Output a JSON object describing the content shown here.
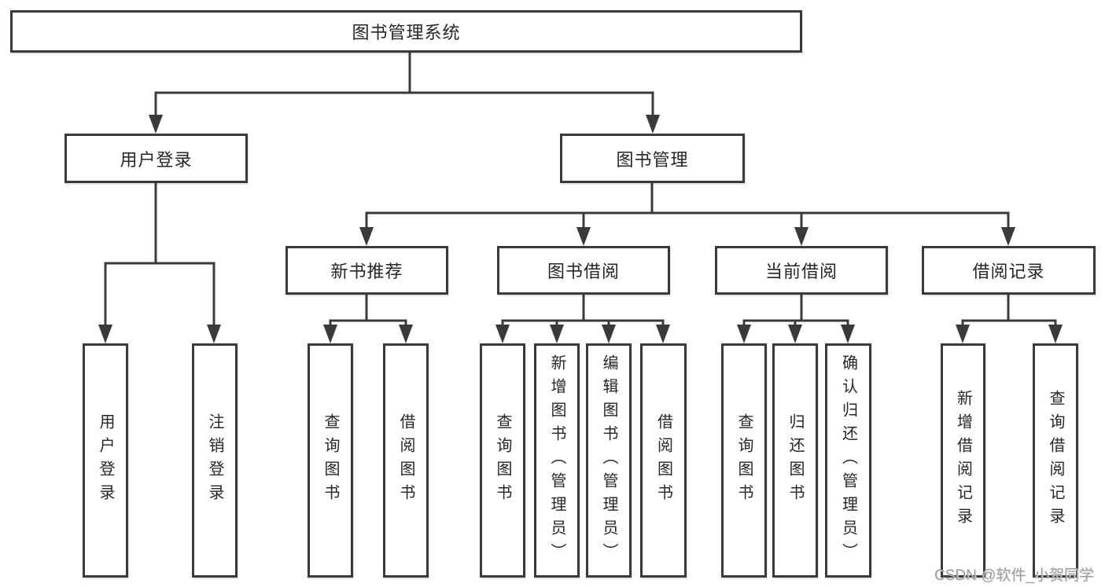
{
  "tree": {
    "root": {
      "label": "图书管理系统"
    },
    "branches": [
      {
        "label": "用户登录",
        "children": [
          {
            "label": "用户登录"
          },
          {
            "label": "注销登录"
          }
        ]
      },
      {
        "label": "图书管理",
        "children": [
          {
            "label": "新书推荐",
            "children": [
              {
                "label": "查询图书"
              },
              {
                "label": "借阅图书"
              }
            ]
          },
          {
            "label": "图书借阅",
            "children": [
              {
                "label": "查询图书"
              },
              {
                "label": "新增图书（管理员）"
              },
              {
                "label": "编辑图书（管理员）"
              },
              {
                "label": "借阅图书"
              }
            ]
          },
          {
            "label": "当前借阅",
            "children": [
              {
                "label": "查询图书"
              },
              {
                "label": "归还图书"
              },
              {
                "label": "确认归还（管理员）"
              }
            ]
          },
          {
            "label": "借阅记录",
            "children": [
              {
                "label": "新增借阅记录"
              },
              {
                "label": "查询借阅记录"
              }
            ]
          }
        ]
      }
    ]
  },
  "watermark": {
    "text": "CSDN @软件_小贺同学"
  },
  "colors": {
    "line": "#3a3a3a",
    "box_border": "#3a3a3a",
    "box_background": "#ffffff",
    "text": "#262626",
    "watermark": "#9c9c9c",
    "page_background": "#ffffff"
  }
}
